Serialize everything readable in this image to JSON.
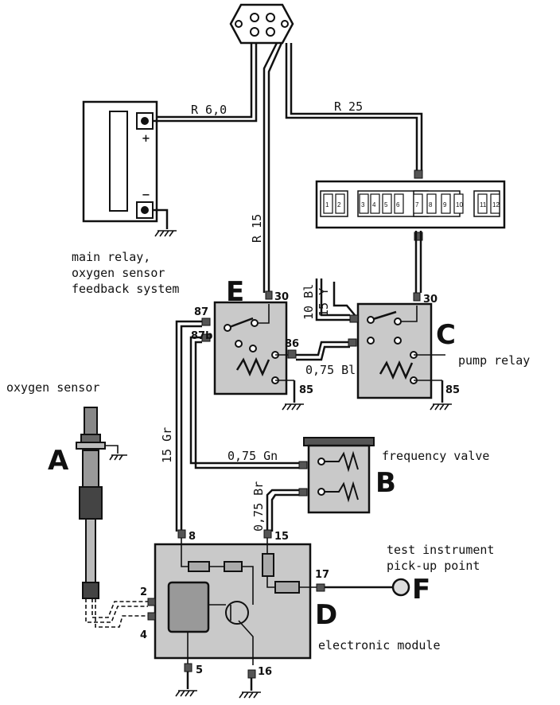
{
  "components": {
    "A": {
      "letter": "A",
      "label": "oxygen sensor"
    },
    "B": {
      "letter": "B",
      "label": "frequency valve"
    },
    "C": {
      "letter": "C",
      "label": "pump relay"
    },
    "D": {
      "letter": "D",
      "label": "electronic module"
    },
    "E": {
      "letter": "E",
      "label_lines": [
        "main relay,",
        "oxygen sensor",
        "feedback system"
      ]
    },
    "F": {
      "letter": "F",
      "label_lines": [
        "test instrument",
        "pick-up point"
      ]
    }
  },
  "wires": {
    "r60": "R 6,0",
    "r25": "R 25",
    "r15": "R 15",
    "w10bl": "10 Bl",
    "w15y": "15 Y",
    "w075bl": "0,75 Bl",
    "w15gr": "15 Gr",
    "w075gn": "0,75 Gn",
    "w075br": "0,75 Br"
  },
  "terminals": {
    "e30": "30",
    "e87": "87",
    "e87b": "87b",
    "e86": "86",
    "e85": "85",
    "c30": "30",
    "c85": "85",
    "d8": "8",
    "d15": "15",
    "d17": "17",
    "d2": "2",
    "d4": "4",
    "d5": "5",
    "d16": "16"
  },
  "fuses": [
    "1",
    "2",
    "3",
    "4",
    "5",
    "6",
    "7",
    "8",
    "9",
    "10",
    "11",
    "12"
  ],
  "battery_signs": {
    "plus": "+",
    "minus": "−"
  }
}
